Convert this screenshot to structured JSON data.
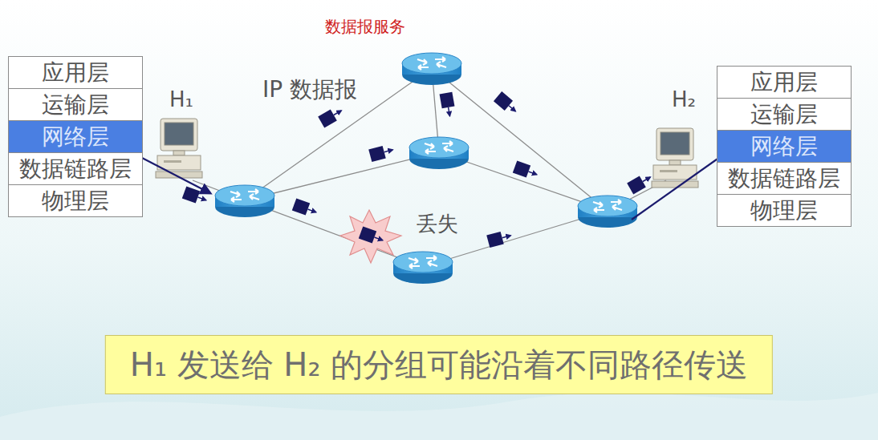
{
  "diagram": {
    "title": "数据报服务",
    "caption": "H₁ 发送给 H₂ 的分组可能沿着不同路径传送",
    "nodes": [
      {
        "text": [
          "应用层"
        ]
      },
      {
        "text": [
          "运输层"
        ]
      },
      {
        "text": [
          "网络层"
        ]
      },
      {
        "text": [
          "数据链路层"
        ]
      },
      {
        "text": [
          "物理层"
        ]
      },
      {
        "text": [
          "应用层"
        ]
      },
      {
        "text": [
          "运输层"
        ]
      },
      {
        "text": [
          "网络层"
        ]
      },
      {
        "text": [
          "数据链路层"
        ]
      },
      {
        "text": [
          "物理层"
        ]
      }
    ],
    "labels": [
      "H₁",
      "H₂",
      "IP 数据报",
      "丢失"
    ]
  }
}
